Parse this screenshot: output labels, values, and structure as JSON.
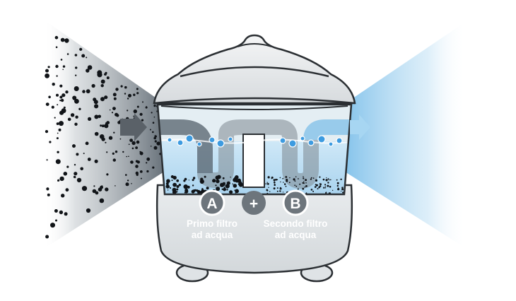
{
  "filters": [
    {
      "letter": "A",
      "caption_line1": "Primo filtro",
      "caption_line2": "ad acqua"
    },
    {
      "letter": "B",
      "caption_line1": "Secondo filtro",
      "caption_line2": "ad acqua"
    }
  ],
  "plus_symbol": "+",
  "colors": {
    "dirty_air_dark": "#6b7680",
    "clean_air": "#8cc6ea",
    "water": "#bfe0f4",
    "water_dark": "#9ccbe8",
    "device_body": "#dfe3e6",
    "device_outline": "#2b2f33",
    "badge": "#6d757c"
  }
}
